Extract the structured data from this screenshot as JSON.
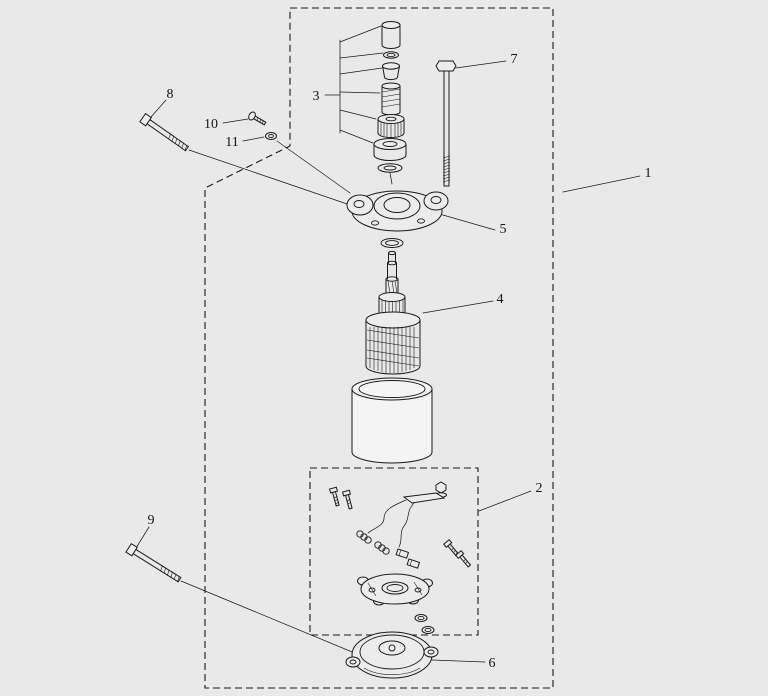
{
  "diagram": {
    "background_color": "#e9e9e9",
    "line_color": "#1a1a1a",
    "callouts": [
      {
        "label": "1"
      },
      {
        "label": "2"
      },
      {
        "label": "3"
      },
      {
        "label": "4"
      },
      {
        "label": "5"
      },
      {
        "label": "6"
      },
      {
        "label": "7"
      },
      {
        "label": "8"
      },
      {
        "label": "9"
      },
      {
        "label": "10"
      },
      {
        "label": "11"
      }
    ]
  }
}
